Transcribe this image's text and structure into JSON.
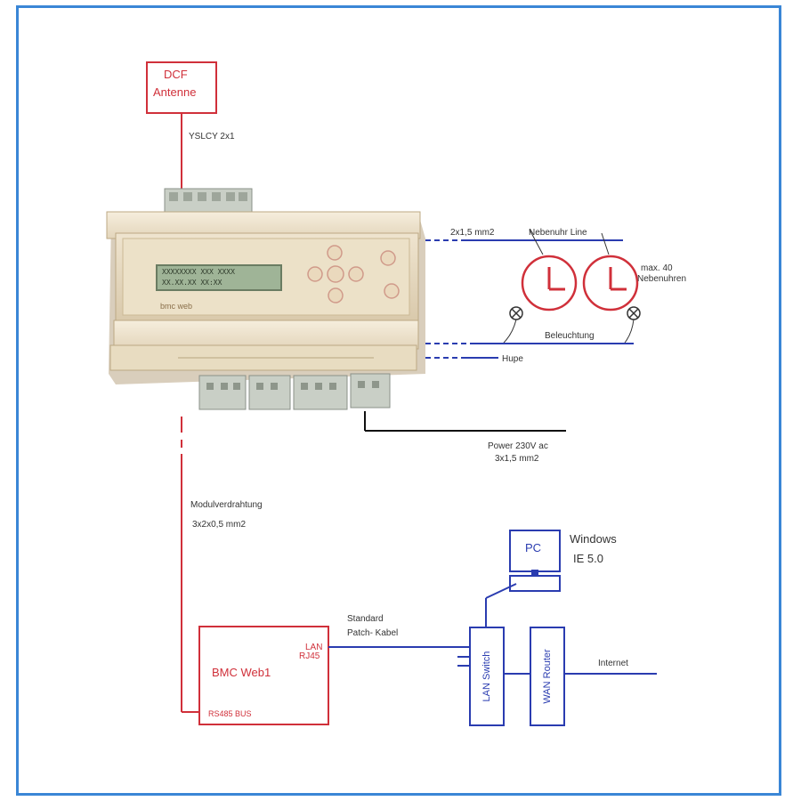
{
  "colors": {
    "frame": "#3a86d6",
    "red": "#d0303a",
    "blue": "#2a3cb0",
    "black": "#111111"
  },
  "dcf": {
    "title": "DCF",
    "subtitle": "Antenne",
    "cable": "YSLCY 2x1"
  },
  "device": {
    "display_line1": "XXXXXXXX XXX  XXXX",
    "display_line2": "XX.XX.XX    XX:XX",
    "brand": "bmc web"
  },
  "right_side": {
    "cable_top": "2x1,5 mm2",
    "nebenuhr_line": "Nebenuhr Line",
    "max_label_1": "max. 40",
    "max_label_2": "Nebenuhren",
    "beleuchtung": "Beleuchtung",
    "hupe": "Hupe",
    "power_1": "Power 230V ac",
    "power_2": "3x1,5 mm2"
  },
  "bus": {
    "label_1": "Modulverdrahtung",
    "label_2": "3x2x0,5 mm2"
  },
  "bmc_box": {
    "title": "BMC Web1",
    "lan_1": "LAN",
    "lan_2": "RJ45",
    "rs485": "RS485 BUS"
  },
  "network": {
    "patch_1": "Standard",
    "patch_2": "Patch- Kabel",
    "pc": "PC",
    "windows_1": "Windows",
    "windows_2": "IE 5.0",
    "lan_switch": "LAN Switch",
    "wan_router": "WAN Router",
    "internet": "Internet"
  }
}
